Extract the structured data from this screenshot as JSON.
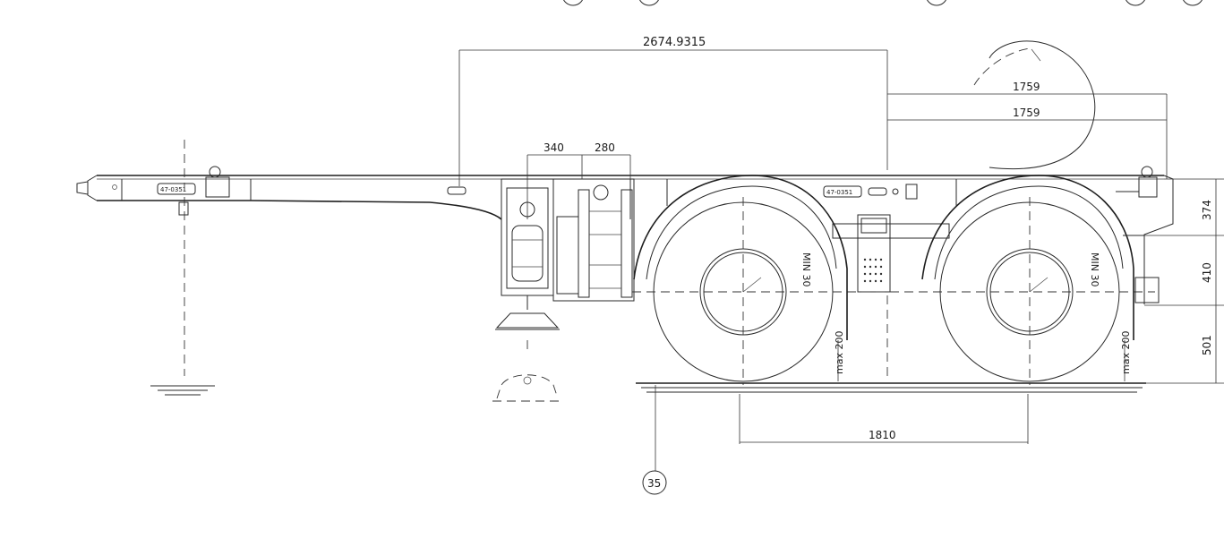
{
  "drawing": {
    "dimensions": {
      "d_top": "2674.9315",
      "d_upper": "1759",
      "d_lower": "1759",
      "d_340": "340",
      "d_280": "280",
      "d_1810": "1810",
      "d_374": "374",
      "d_410": "410",
      "d_501": "501"
    },
    "labels": {
      "min_front": "MIN 30",
      "min_rear": "MIN 30",
      "max_front": "max 200",
      "max_rear": "max 200",
      "plate_front": "47-0351",
      "plate_mid": "47-0351",
      "callout_35": "35"
    }
  }
}
